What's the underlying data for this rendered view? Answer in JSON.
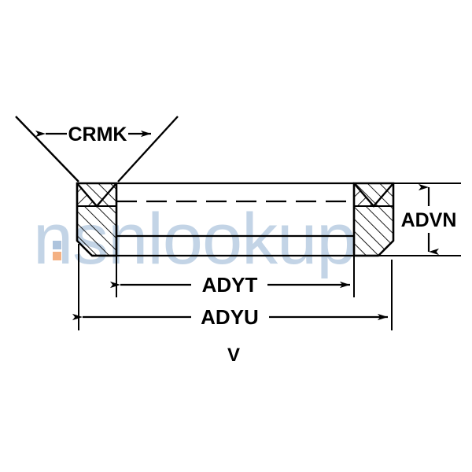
{
  "drawing": {
    "type": "technical-cross-section",
    "subject": "v-ring-packing-cross-section",
    "figure_label": "V",
    "dimensions": {
      "crmk": "CRMK",
      "advn": "ADVN",
      "adyt": "ADYT",
      "adyu": "ADYU"
    },
    "dimension_list": [
      {
        "code": "CRMK",
        "orientation": "horizontal",
        "position": "top",
        "measures": "lip-section-width"
      },
      {
        "code": "ADVN",
        "orientation": "vertical",
        "position": "right",
        "measures": "overall-height"
      },
      {
        "code": "ADYT",
        "orientation": "horizontal",
        "position": "lower",
        "measures": "inside-diameter"
      },
      {
        "code": "ADYU",
        "orientation": "horizontal",
        "position": "bottom",
        "measures": "outside-diameter"
      }
    ]
  },
  "watermark": {
    "text": "nsnlookup",
    "text_color": "#c3d4e6",
    "accent_square_color": "#f4b183",
    "secondary_square_color": "#aec4dd"
  },
  "colors": {
    "line": "#000000",
    "background": "#ffffff",
    "hatch": "#000000"
  }
}
